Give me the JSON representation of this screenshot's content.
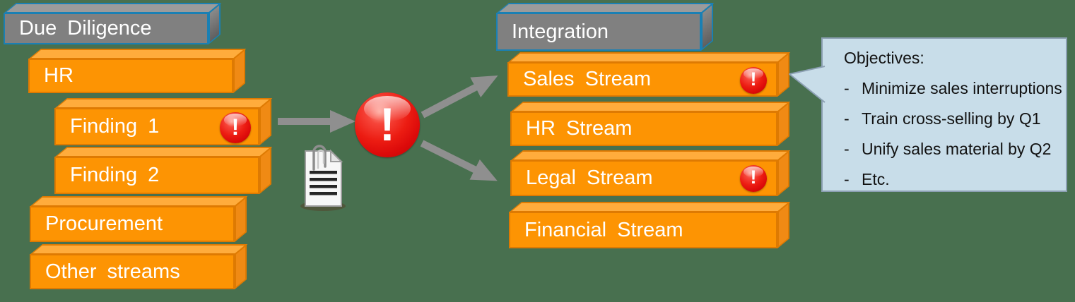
{
  "left_group": {
    "header": "Due Diligence",
    "bars": [
      {
        "label": "HR",
        "alert": false
      },
      {
        "label": "Finding 1",
        "alert": true
      },
      {
        "label": "Finding 2",
        "alert": false
      },
      {
        "label": "Procurement",
        "alert": false
      },
      {
        "label": "Other streams",
        "alert": false
      }
    ]
  },
  "right_group": {
    "header": "Integration",
    "bars": [
      {
        "label": "Sales Stream",
        "alert": true
      },
      {
        "label": "HR Stream",
        "alert": false
      },
      {
        "label": "Legal Stream",
        "alert": true
      },
      {
        "label": "Financial Stream",
        "alert": false
      }
    ]
  },
  "callout": {
    "title": "Objectives:",
    "bullet_marker": "-",
    "bullets": [
      "Minimize sales interruptions",
      "Train cross-selling by Q1",
      "Unify sales material by Q2",
      "Etc."
    ]
  },
  "icons": {
    "alert_glyph": "!",
    "alert_icon_meaning": "risk-exclamation-icon",
    "document_icon_meaning": "findings-report-document-icon",
    "arrow_icon_meaning": "flow-arrow-icon"
  },
  "colors": {
    "background_green": "#48704F",
    "bar_orange_front": "#FD9403",
    "bar_orange_top": "#FFAC3C",
    "bar_orange_side": "#F08A14",
    "bar_orange_edge": "#DE7A02",
    "header_gray": "#808080",
    "header_edge_blue": "#1A80B4",
    "alert_red": "#DC0A0A",
    "arrow_gray": "#8F8F8F",
    "callout_fill": "#C8DDE9",
    "callout_border": "#8CA0B3",
    "text_white": "#FFFFFF",
    "text_dark": "#121212"
  }
}
